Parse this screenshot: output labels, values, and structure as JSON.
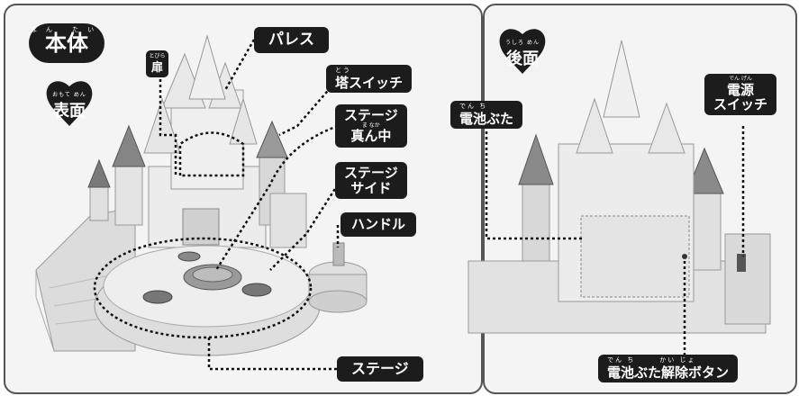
{
  "sections": {
    "main_label": "本体",
    "main_ruby": "ほん たい",
    "front_label": "表面",
    "front_ruby": "おもて めん",
    "back_label": "後面",
    "back_ruby": "うしろ めん"
  },
  "callouts": {
    "door": "扉",
    "door_ruby": "とびら",
    "palace": "パレス",
    "tower_switch": "塔スイッチ",
    "tower_switch_ruby": "とう",
    "stage_center_1": "ステージ",
    "stage_center_2": "真ん中",
    "stage_center_ruby": "ま なか",
    "stage_side_1": "ステージ",
    "stage_side_2": "サイド",
    "handle": "ハンドル",
    "stage": "ステージ",
    "battery_cover": "電池ぶた",
    "battery_cover_ruby": "でん ち",
    "power_switch_1": "電源",
    "power_switch_2": "スイッチ",
    "power_switch_ruby": "でん げん",
    "battery_release": "電池ぶた解除ボタン",
    "battery_release_ruby": "でん ち　　　かい じょ"
  },
  "colors": {
    "label_bg": "#1c1c1c",
    "label_text": "#ffffff",
    "panel_border": "#555555",
    "castle_body": "#e8e8e8",
    "roof": "#8a8a8a"
  }
}
